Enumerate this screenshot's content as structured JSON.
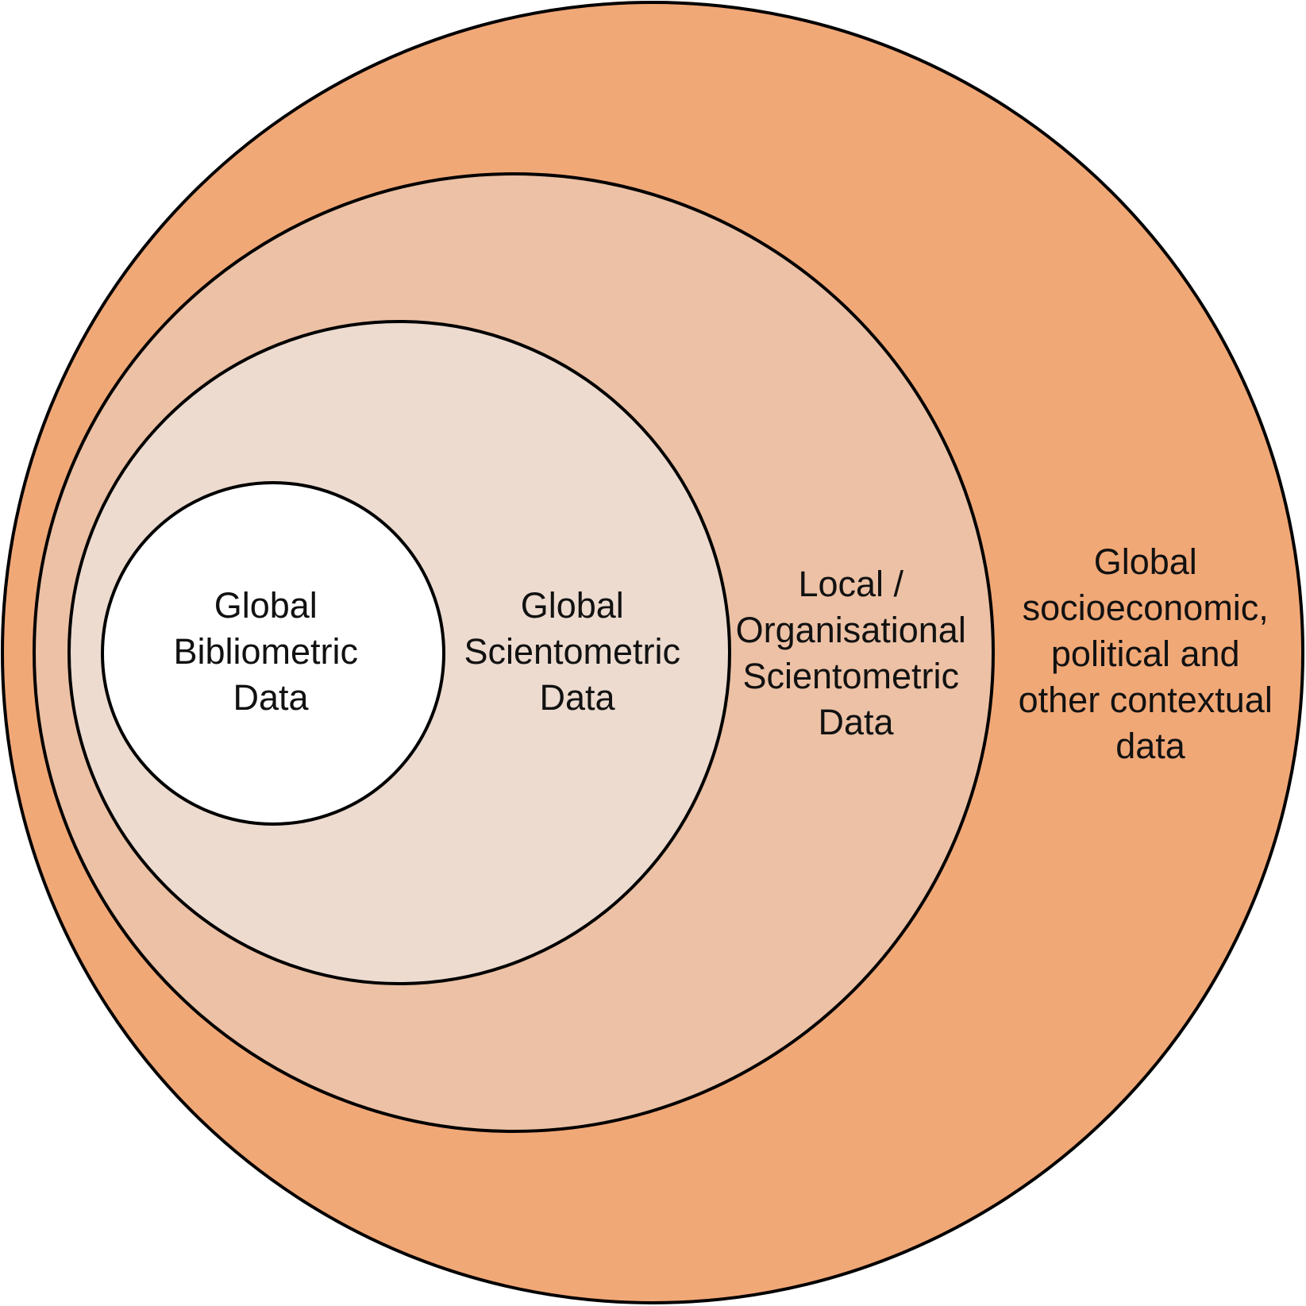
{
  "colors": {
    "outer": "#F1A877",
    "middle": "#ECC1A5",
    "inner": "#EDDBD0",
    "core": "#FFFFFF",
    "stroke": "#000000"
  },
  "layers": {
    "core": {
      "lines": [
        "Global",
        "Bibliometric",
        "Data"
      ]
    },
    "inner": {
      "lines": [
        "Global",
        "Scientometric",
        "Data"
      ]
    },
    "middle": {
      "lines": [
        "Local /",
        "Organisational",
        "Scientometric",
        "Data"
      ]
    },
    "outer": {
      "lines": [
        "Global",
        "socioeconomic,",
        "political and",
        "other contextual",
        "data"
      ]
    }
  }
}
